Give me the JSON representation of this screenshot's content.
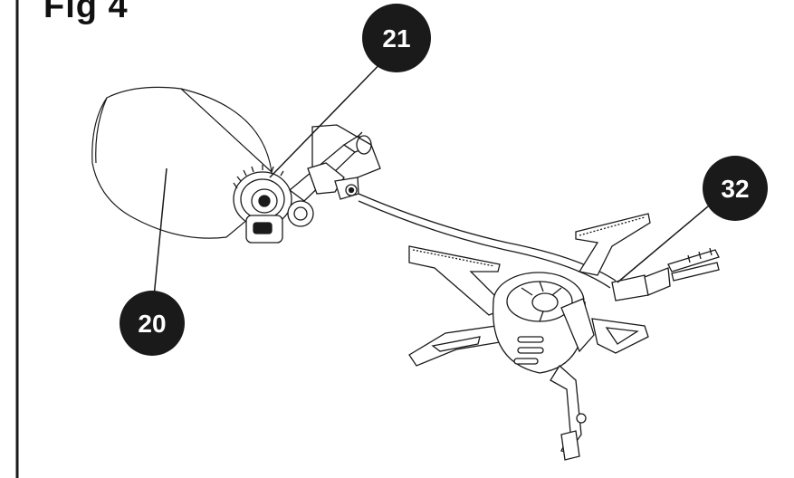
{
  "figure": {
    "title": "Fig 4"
  },
  "callouts": [
    {
      "id": "20",
      "label": "20"
    },
    {
      "id": "21",
      "label": "21"
    },
    {
      "id": "32",
      "label": "32"
    }
  ],
  "colors": {
    "line": "#1a1a1a",
    "callout_fill": "#1a1a1a",
    "callout_text": "#ffffff",
    "background": "#ffffff"
  }
}
